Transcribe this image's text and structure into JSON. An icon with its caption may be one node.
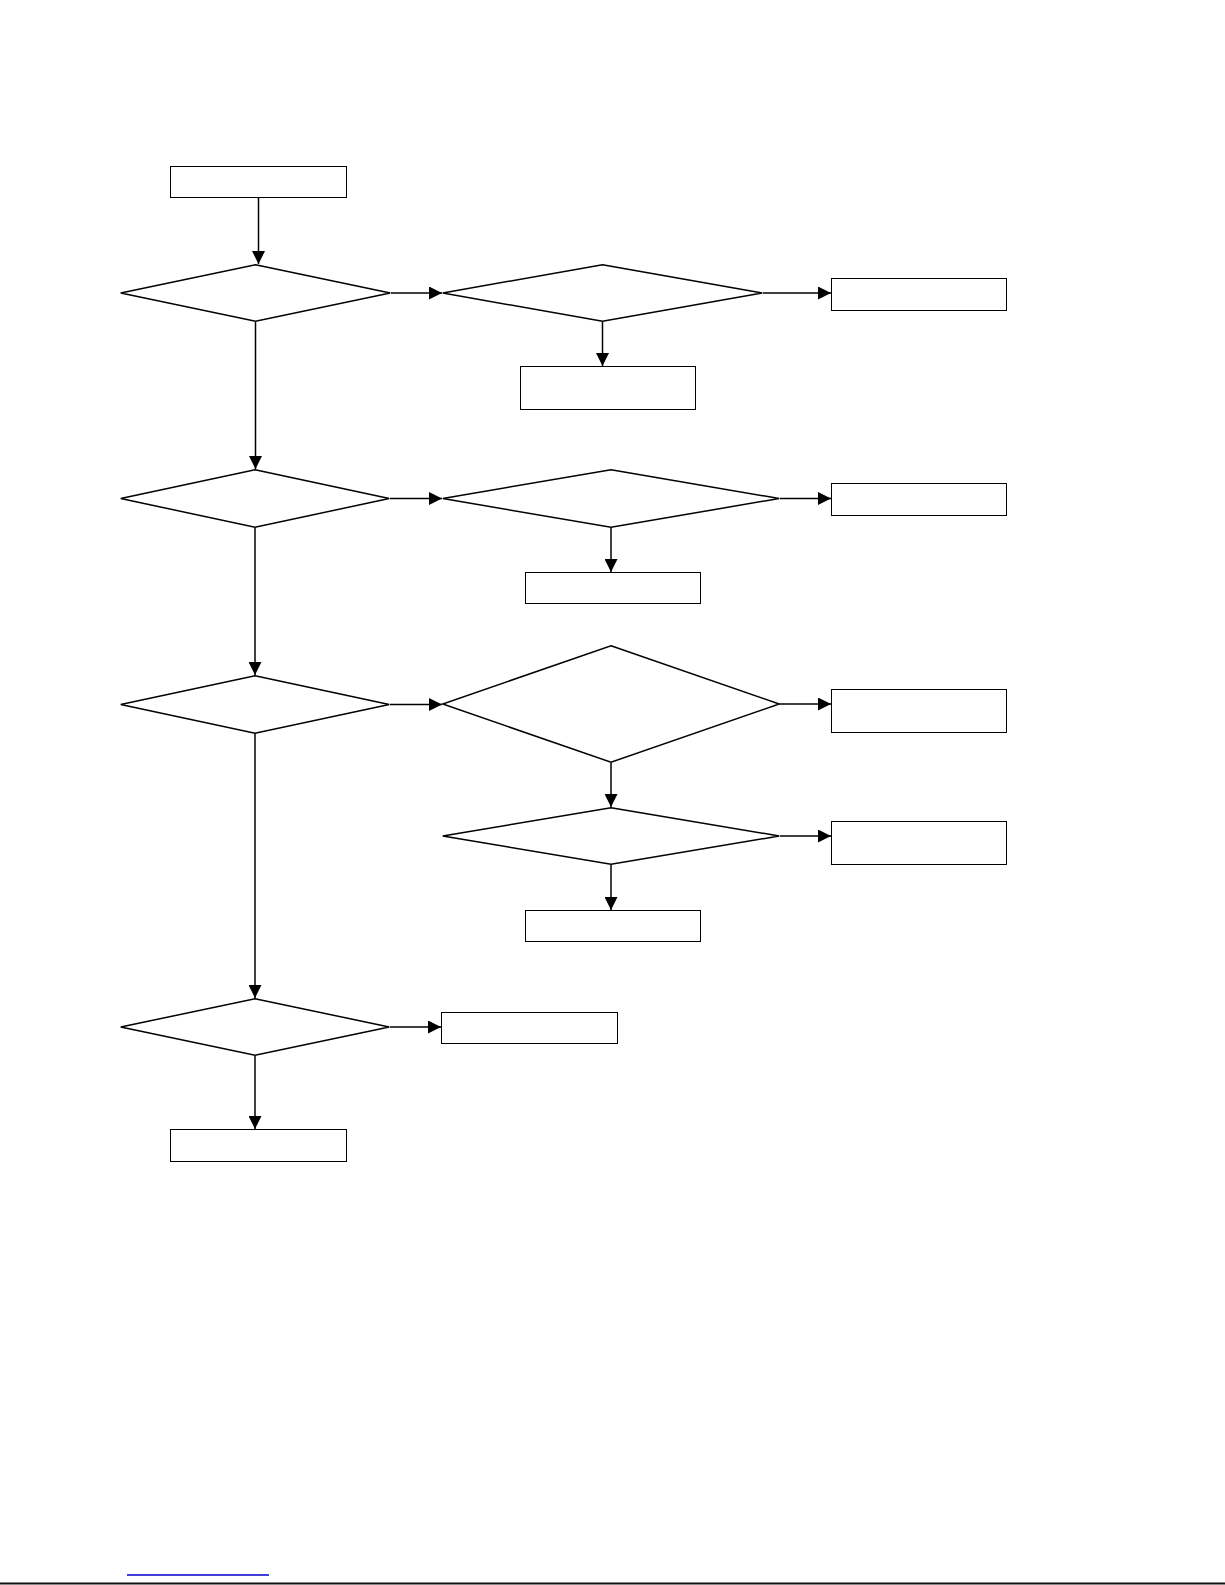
{
  "diagram": {
    "nodes": [
      {
        "text": [],
        "shape": "box"
      },
      {
        "text": [],
        "shape": "diamond"
      },
      {
        "text": [],
        "shape": "diamond"
      },
      {
        "text": [],
        "shape": "box"
      },
      {
        "text": [],
        "shape": "box"
      },
      {
        "text": [],
        "shape": "diamond"
      },
      {
        "text": [],
        "shape": "diamond"
      },
      {
        "text": [],
        "shape": "box"
      },
      {
        "text": [],
        "shape": "box"
      },
      {
        "text": [],
        "shape": "diamond"
      },
      {
        "text": [],
        "shape": "diamond"
      },
      {
        "text": [],
        "shape": "box"
      },
      {
        "text": [],
        "shape": "diamond"
      },
      {
        "text": [],
        "shape": "box"
      },
      {
        "text": [],
        "shape": "box"
      },
      {
        "text": [],
        "shape": "diamond"
      },
      {
        "text": [],
        "shape": "box"
      },
      {
        "text": [],
        "shape": "box"
      }
    ],
    "edges": [
      {
        "from": 0,
        "to": 1,
        "arrow": "to"
      },
      {
        "from": 1,
        "to": 2,
        "arrow": "to"
      },
      {
        "from": 2,
        "to": 3,
        "arrow": "to"
      },
      {
        "from": 2,
        "to": 4,
        "arrow": "to"
      },
      {
        "from": 1,
        "to": 5,
        "arrow": "to"
      },
      {
        "from": 5,
        "to": 6,
        "arrow": "to"
      },
      {
        "from": 6,
        "to": 7,
        "arrow": "to"
      },
      {
        "from": 6,
        "to": 8,
        "arrow": "to"
      },
      {
        "from": 5,
        "to": 9,
        "arrow": "to"
      },
      {
        "from": 9,
        "to": 10,
        "arrow": "to"
      },
      {
        "from": 10,
        "to": 11,
        "arrow": "to"
      },
      {
        "from": 10,
        "to": 12,
        "arrow": "to"
      },
      {
        "from": 12,
        "to": 13,
        "arrow": "to"
      },
      {
        "from": 12,
        "to": 14,
        "arrow": "to"
      },
      {
        "from": 9,
        "to": 15,
        "arrow": "to"
      },
      {
        "from": 15,
        "to": 16,
        "arrow": "to"
      },
      {
        "from": 15,
        "to": 17,
        "arrow": "to"
      }
    ]
  }
}
